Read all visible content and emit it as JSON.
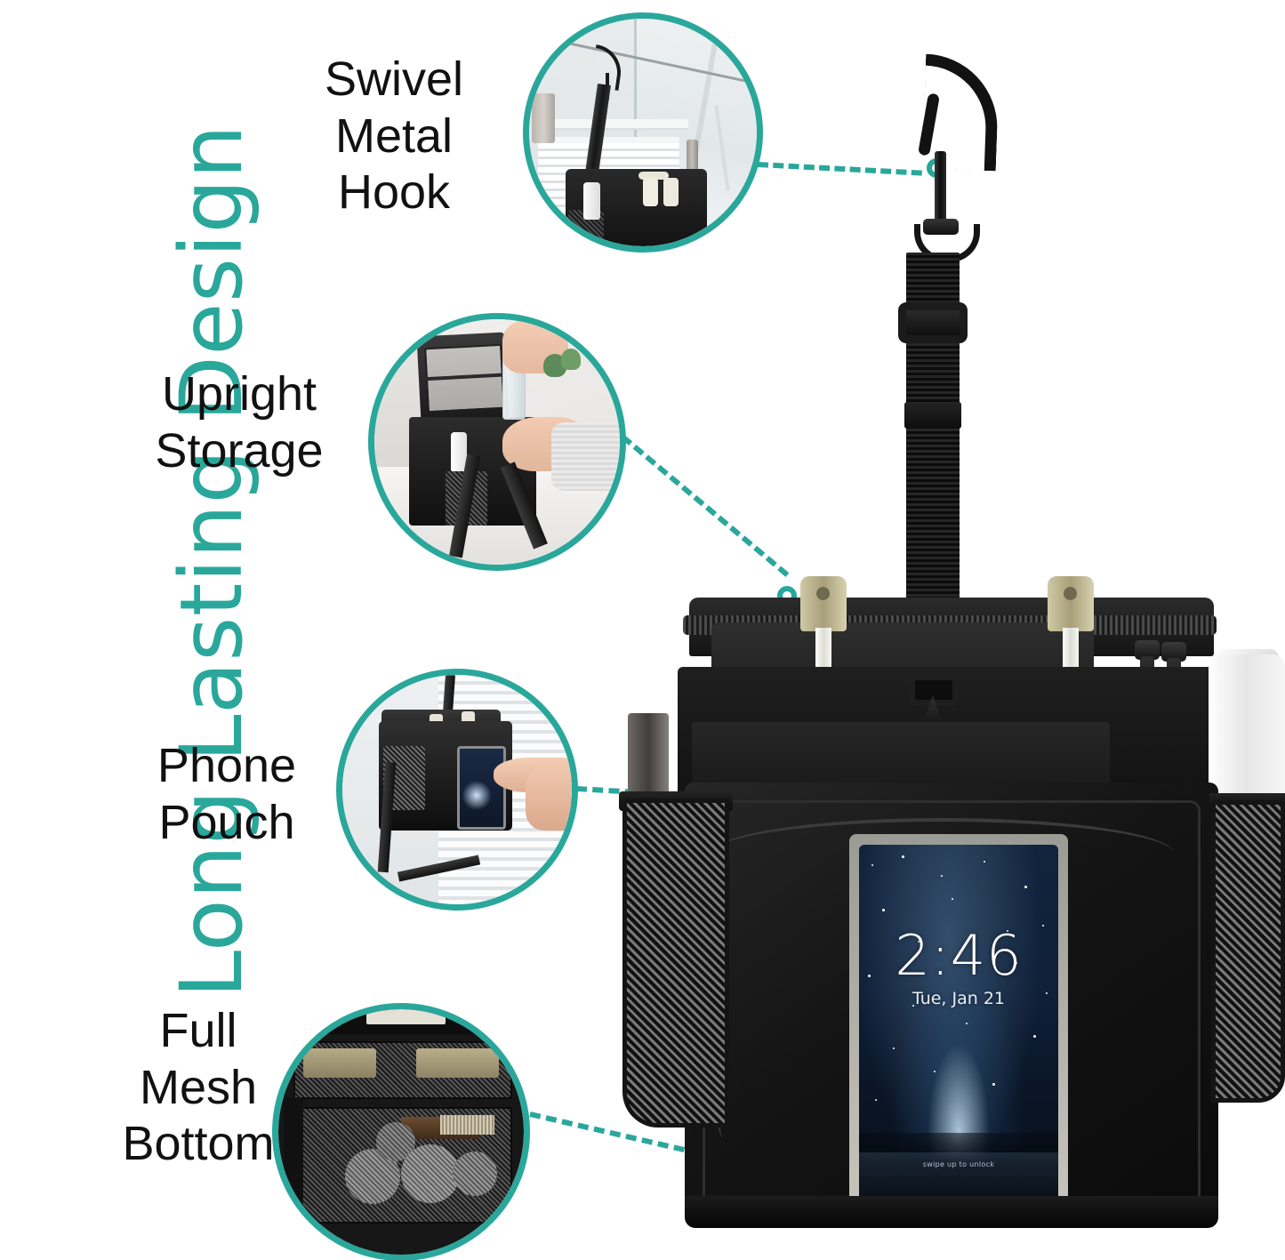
{
  "headline": {
    "text": "Long Lasting Design",
    "color": "#2aa79b"
  },
  "theme": {
    "accent": "#2aa79b",
    "text": "#111111",
    "background": "#ffffff"
  },
  "features": [
    {
      "id": "swivel-metal-hook",
      "label": "Swivel\nMetal\nHook",
      "photo_caption": "Organizer hanging from a metal hook on a shower glass panel in a bathroom"
    },
    {
      "id": "upright-storage",
      "label": "Upright\nStorage",
      "photo_caption": "Hands placing toiletry bottles upright into the open organizer on a counter"
    },
    {
      "id": "phone-pouch",
      "label": "Phone\nPouch",
      "photo_caption": "Finger touching a phone through the clear front pouch window"
    },
    {
      "id": "full-mesh-bottom",
      "label": "Full\nMesh\nBottom",
      "photo_caption": "Mesh bottom compartment holding soap tins, a comb and a brush"
    }
  ],
  "product": {
    "name": "Hanging shower caddy organizer",
    "color": "#0d0d0d",
    "phone": {
      "time": "2:46",
      "date": "Tue, Jan 21",
      "footer": "swipe up to unlock"
    }
  }
}
